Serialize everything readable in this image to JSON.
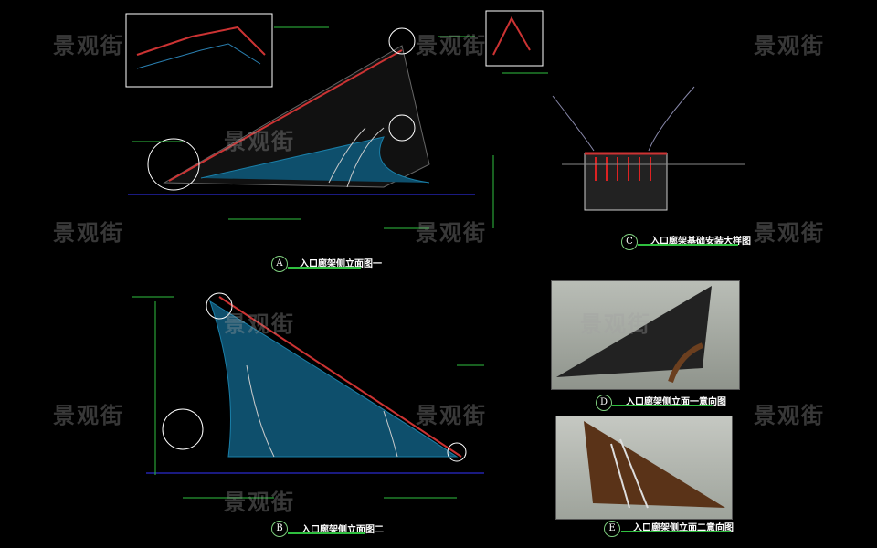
{
  "drawings": [
    {
      "tag": "A",
      "title": "入口廊架侧立面图一"
    },
    {
      "tag": "B",
      "title": "入口廊架侧立面图二"
    },
    {
      "tag": "C",
      "title": "入口廊架基础安装大样图"
    },
    {
      "tag": "D",
      "title": "入口廊架侧立面一意向图"
    },
    {
      "tag": "E",
      "title": "入口廊架侧立面二意向图"
    }
  ],
  "watermark": "景观街",
  "colors": {
    "background": "#000000",
    "line_green": "#2fbf3f",
    "roof_red": "#c0392b",
    "mesh_blue": "#1a7fa8",
    "white": "#ffffff"
  }
}
